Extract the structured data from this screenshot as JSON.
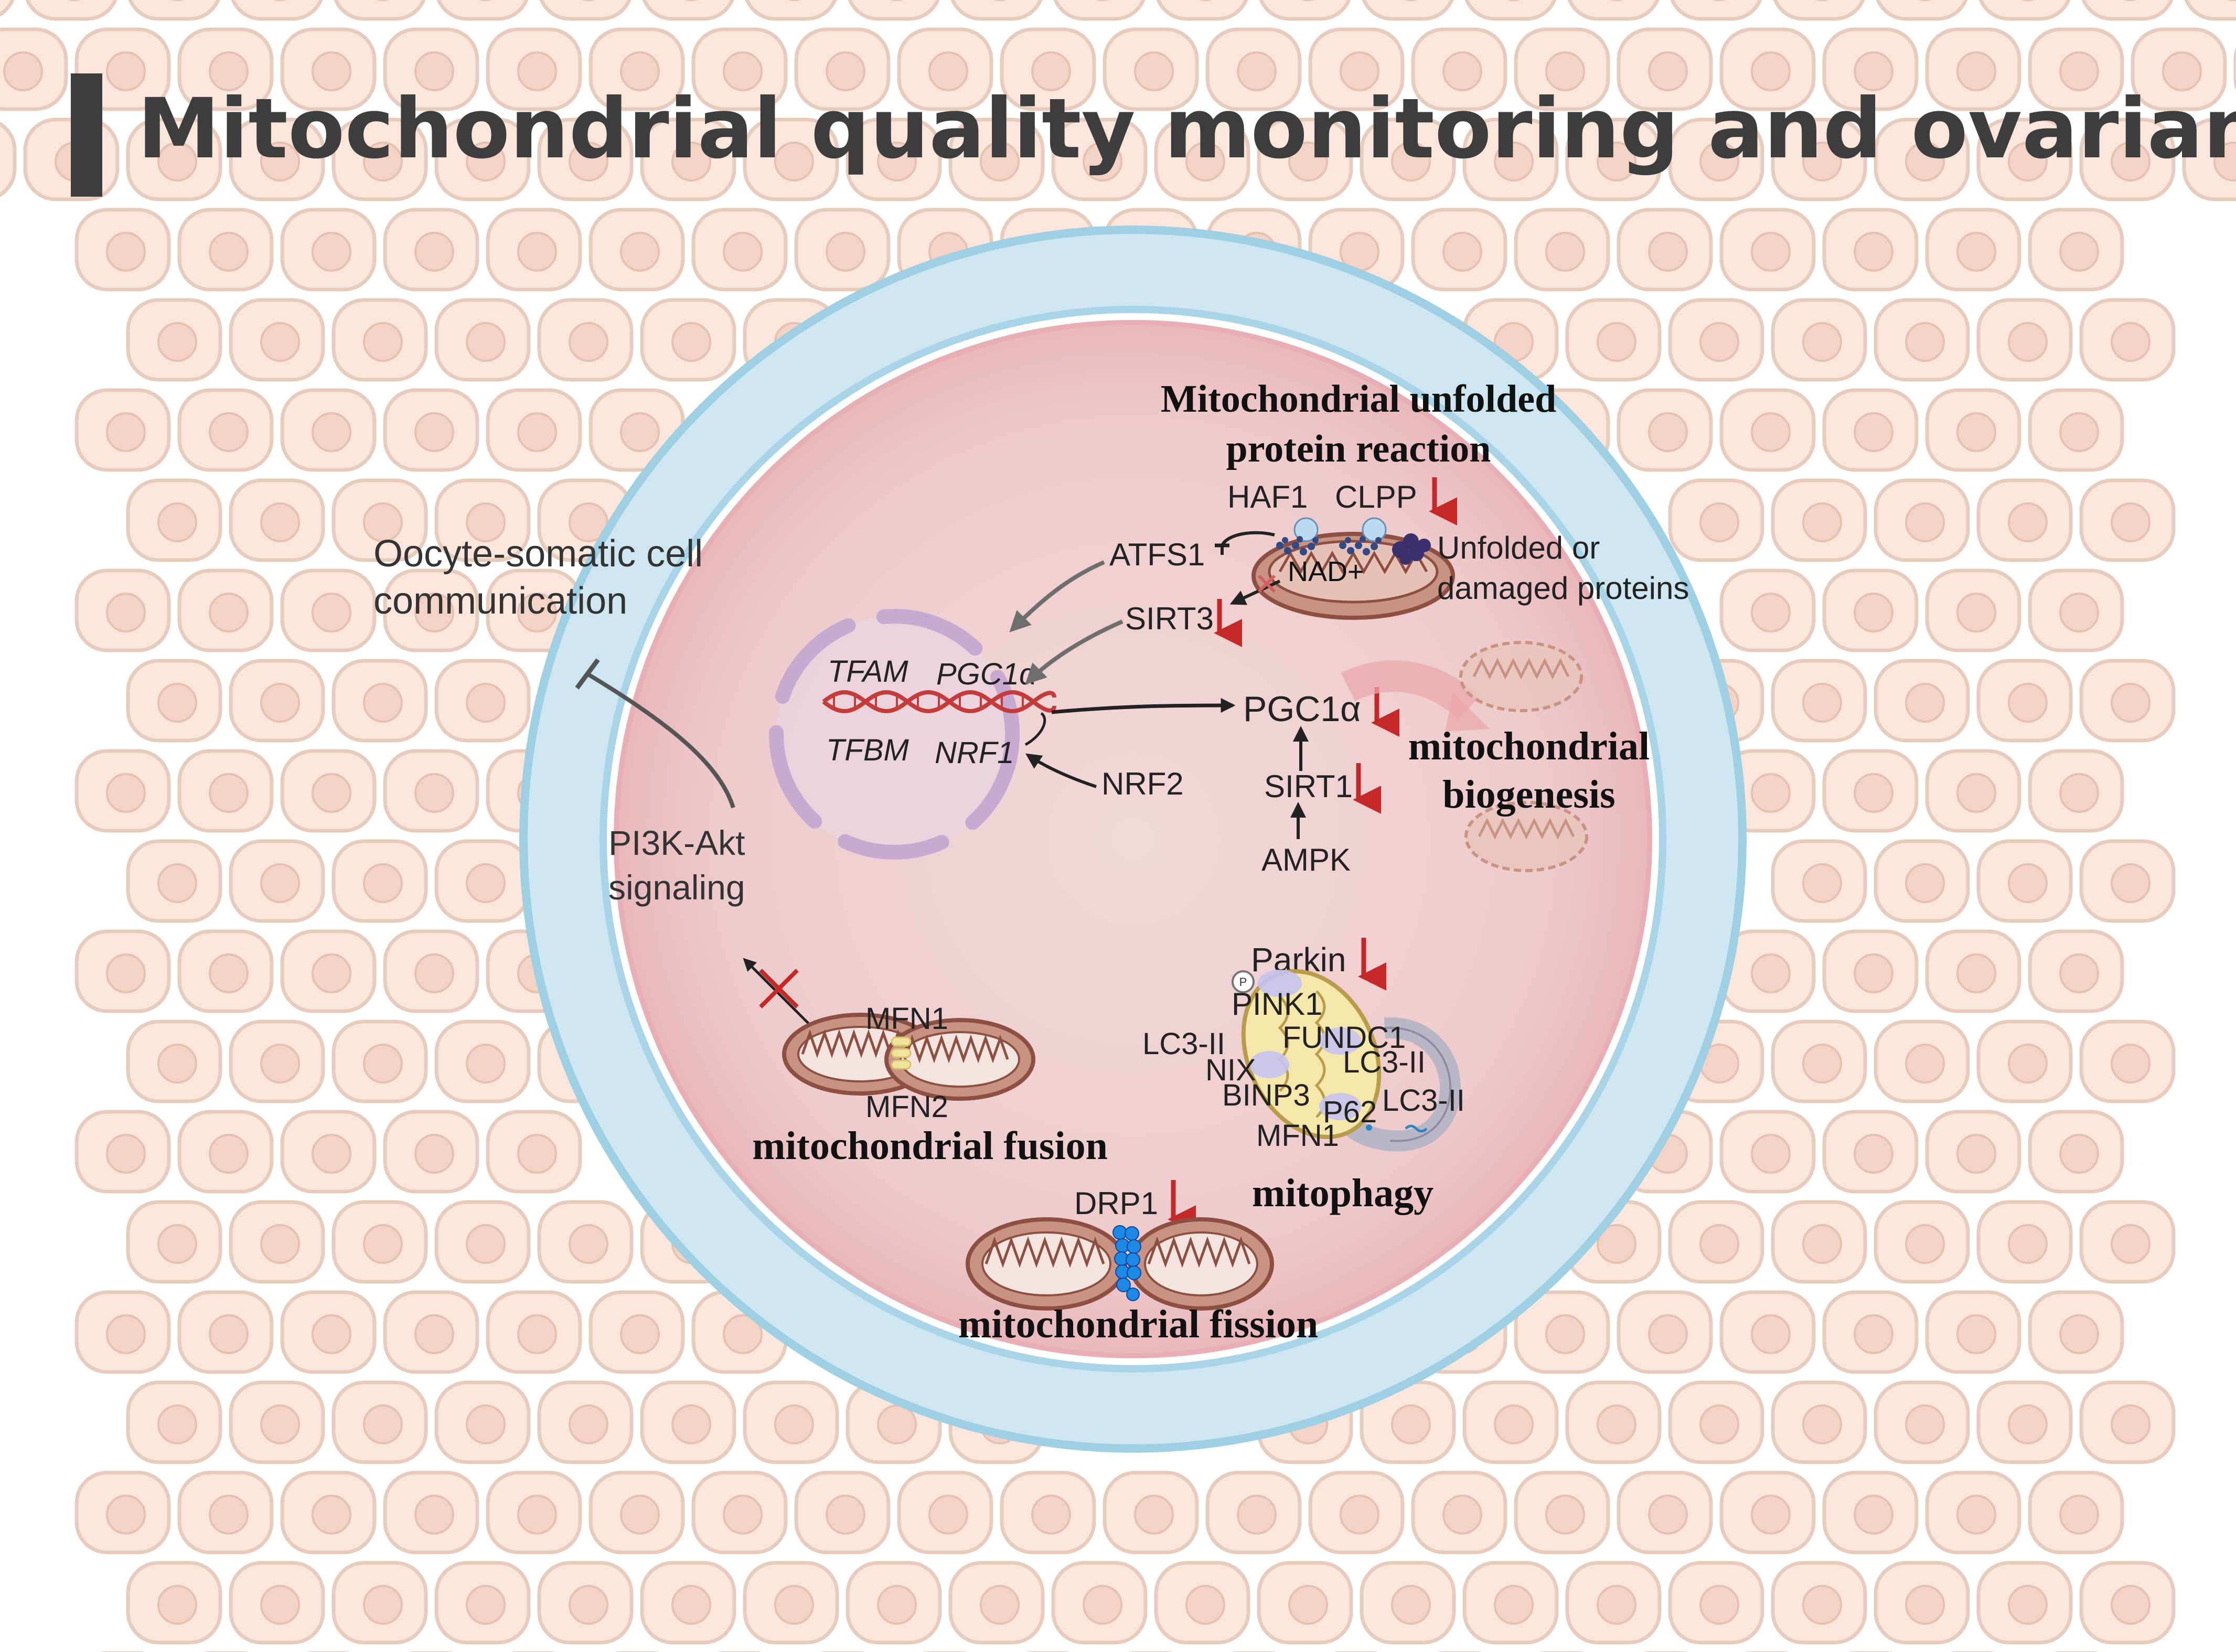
{
  "title": "Mitochondrial quality monitoring and ovarian aging",
  "sections": {
    "upr": {
      "heading_line1": "Mitochondrial unfolded",
      "heading_line2": "protein reaction"
    },
    "biogenesis": {
      "heading_line1": "mitochondrial",
      "heading_line2": "biogenesis"
    },
    "fusion": {
      "heading": "mitochondrial fusion"
    },
    "mitophagy": {
      "heading": "mitophagy"
    },
    "fission": {
      "heading": "mitochondrial fission"
    }
  },
  "communication": {
    "line1": "Oocyte-somatic cell",
    "line2": "communication"
  },
  "pi3k": {
    "line1": "PI3K-Akt",
    "line2": "signaling"
  },
  "labels": {
    "haf1": "HAF1",
    "clpp": "CLPP",
    "atfs1": "ATFS1",
    "nad": "NAD+",
    "sirt3": "SIRT3",
    "unfolded_line1": "Unfolded or",
    "unfolded_line2": "damaged proteins",
    "tfam": "TFAM",
    "pgc1a_gene": "PGC1α",
    "tfbm": "TFBM",
    "nrf1": "NRF1",
    "nrf2": "NRF2",
    "pgc1a": "PGC1α",
    "sirt1": "SIRT1",
    "ampk": "AMPK",
    "mfn1_fusion": "MFN1",
    "mfn2_fusion": "MFN2",
    "parkin": "Parkin",
    "p_marker": "P",
    "pink1": "PINK1",
    "fundc1": "FUNDC1",
    "lc3_a": "LC3-II",
    "lc3_b": "LC3-II",
    "lc3_c": "LC3-II",
    "nix": "NIX",
    "binp3": "BINP3",
    "p62": "P62",
    "mfn1_mitophagy": "MFN1",
    "drp1": "DRP1"
  },
  "colors": {
    "title_text": "#3d3d3d",
    "title_bar": "#3d3d3d",
    "cell_fill": "#fbe6dc",
    "cell_stroke": "#e7cbbd",
    "nucleus_fill": "#f3d3c5",
    "zona_blue": "#cde6f0",
    "zona_stroke": "#9fcfe3",
    "oocyte_fill": "#f0cfd1",
    "oocyte_edge": "#e7aeb3",
    "down_arrow": "#c62828",
    "arrow_gray": "#6e6e6e",
    "mito_fill": "#d8a595",
    "mito_stroke": "#8d4f41"
  },
  "icons": [
    "down-arrow-icon",
    "inhibition-icon",
    "cross-icon",
    "dna-helix-icon",
    "mitochondrion-icon",
    "phosphate-icon",
    "autophagosome-icon",
    "protein-aggregate-icon"
  ]
}
